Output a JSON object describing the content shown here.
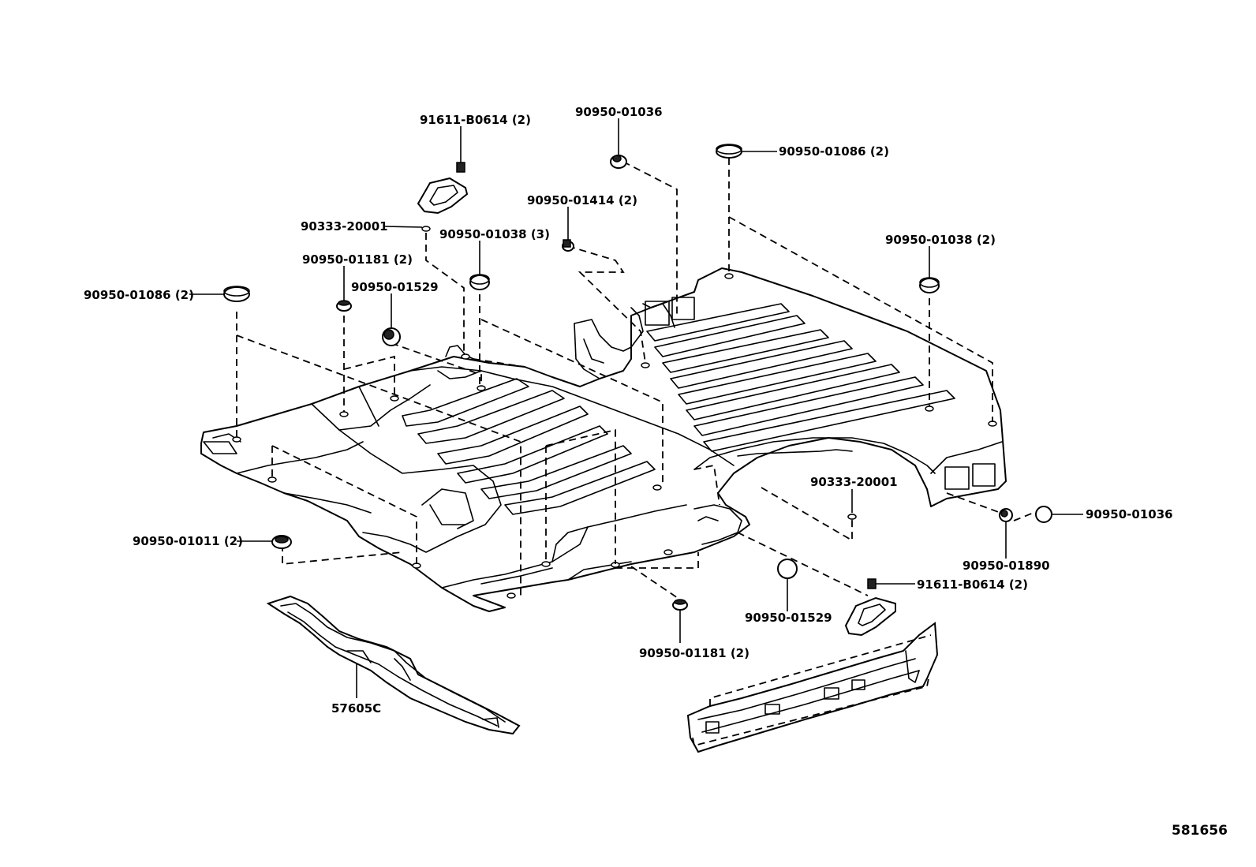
{
  "callouts": [
    {
      "id": "c1",
      "text": "91611-B0614 (2)"
    },
    {
      "id": "c2",
      "text": "90950-01036"
    },
    {
      "id": "c3",
      "text": "90950-01086 (2)"
    },
    {
      "id": "c4",
      "text": "90950-01414 (2)"
    },
    {
      "id": "c5",
      "text": "90333-20001"
    },
    {
      "id": "c6",
      "text": "90950-01038 (3)"
    },
    {
      "id": "c7",
      "text": "90950-01038 (2)"
    },
    {
      "id": "c8",
      "text": "90950-01181 (2)"
    },
    {
      "id": "c9",
      "text": "90950-01529"
    },
    {
      "id": "c10",
      "text": "90950-01086 (2)"
    },
    {
      "id": "c11",
      "text": "90333-20001"
    },
    {
      "id": "c12",
      "text": "90950-01036"
    },
    {
      "id": "c13",
      "text": "90950-01011 (2)"
    },
    {
      "id": "c14",
      "text": "90950-01890"
    },
    {
      "id": "c15",
      "text": "91611-B0614 (2)"
    },
    {
      "id": "c16",
      "text": "90950-01529"
    },
    {
      "id": "c17",
      "text": "90950-01181 (2)"
    },
    {
      "id": "c18",
      "text": "57605C"
    }
  ],
  "document_number": "581656"
}
